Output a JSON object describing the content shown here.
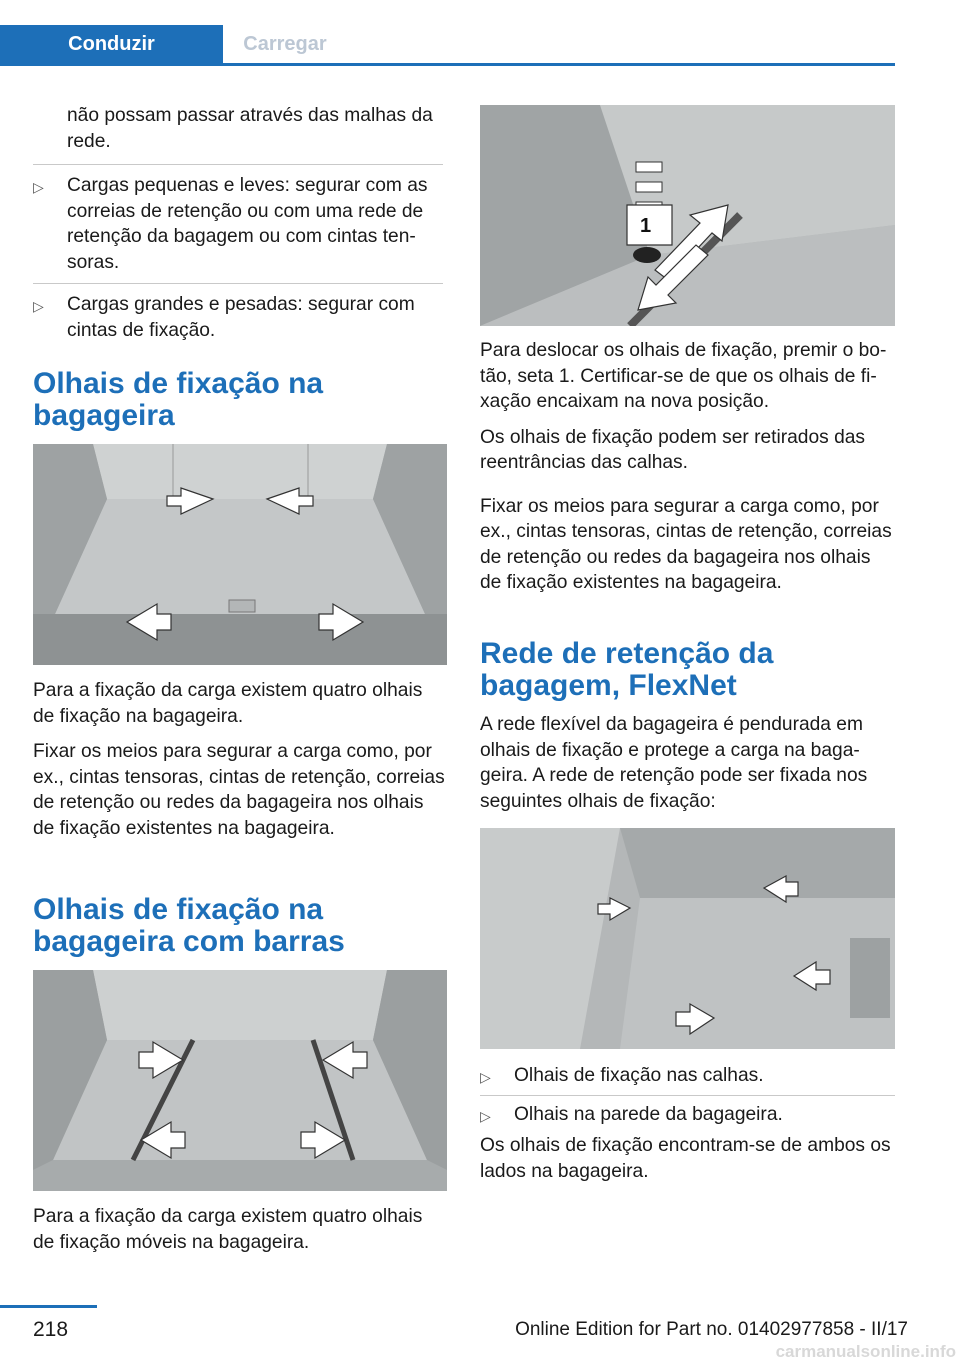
{
  "tabs": {
    "active": "Conduzir",
    "inactive": "Carregar"
  },
  "left": {
    "intro_cont": "não possam passar através das malhas da rede.",
    "bullets": [
      "Cargas pequenas e leves: segurar com as correias de retenção ou com uma rede de retenção da bagagem ou com cintas ten-soras.",
      "Cargas grandes e pesadas: segurar com cintas de fixação."
    ],
    "heading1": "Olhais de fixação na bagageira",
    "caption1": "Para a fixação da carga existem quatro olhais de fixação na bagageira.",
    "text1": "Fixar os meios para segurar a carga como, por ex., cintas tensoras, cintas de retenção, correias de retenção ou redes da bagageira nos olhais de fixação existentes na bagageira.",
    "heading2": "Olhais de fixação na bagageira com barras",
    "caption2": "Para a fixação da carga existem quatro olhais de fixação móveis na bagageira."
  },
  "right": {
    "fig_label": "1",
    "text1": "Para deslocar os olhais de fixação, premir o bo-tão, seta 1. Certificar-se de que os olhais de fi-xação encaixam na nova posição.",
    "text2": "Os olhais de fixação podem ser retirados das reentrâncias das calhas.",
    "text3": "Fixar os meios para segurar a carga como, por ex., cintas tensoras, cintas de retenção, correias de retenção ou redes da bagageira nos olhais de fixação existentes na bagageira.",
    "heading": "Rede de retenção da bagagem, FlexNet",
    "text4": "A rede flexível da bagageira é pendurada em olhais de fixação e protege a carga na baga-geira. A rede de retenção pode ser fixada nos seguintes olhais de fixação:",
    "bullets": [
      "Olhais de fixação nas calhas.",
      "Olhais na parede da bagageira."
    ],
    "text5": "Os olhais de fixação encontram-se de ambos os lados na bagageira."
  },
  "footer": {
    "page_number": "218",
    "edition": "Online Edition for Part no. 01402977858 - II/17",
    "watermark": "carmanualsonline.info"
  }
}
